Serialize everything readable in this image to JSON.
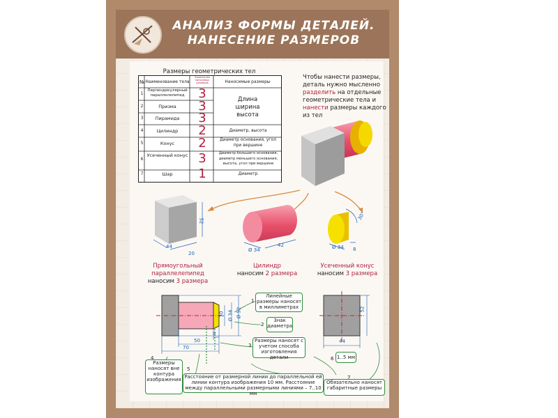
{
  "title": {
    "line1": "АНАЛИЗ ФОРМЫ ДЕТАЛЕЙ.",
    "line2": "НАНЕСЕНИЕ РАЗМЕРОВ"
  },
  "table": {
    "caption": "Размеры геометрических тел",
    "headers": {
      "num": "№",
      "name": "Наименование тела",
      "count": "Количество наносимых размеров",
      "dims": "Наносимые размеры"
    },
    "rows": [
      {
        "num": "1",
        "name": "Перпендикулярный параллелепипед",
        "count": "3"
      },
      {
        "num": "2",
        "name": "Призма",
        "count": "3"
      },
      {
        "num": "3",
        "name": "Пирамида",
        "count": "3"
      },
      {
        "num": "4",
        "name": "Цилиндр",
        "count": "2",
        "dims": "Диаметр, высота"
      },
      {
        "num": "5",
        "name": "Конус",
        "count": "2",
        "dims": "Диаметр основания, угол при вершине"
      },
      {
        "num": "6",
        "name": "Усеченный конус",
        "count": "3",
        "dims": "Диаметр большего основания, диаметр меньшего основания, высота, угол при вершине"
      },
      {
        "num": "7",
        "name": "Шар",
        "count": "1",
        "dims": "Диаметр"
      }
    ],
    "merged_dims": "Длина ширина высота"
  },
  "intro": {
    "p1": "Чтобы нанести размеры,",
    "p2": "деталь нужно мысленно",
    "w1": "разделить",
    "p3": " на отдельные",
    "p4": "геометрические тела и",
    "w2": "нанести",
    "p5": " размеры каждого",
    "p6": "из тел"
  },
  "shapes": {
    "box": {
      "dims": [
        "52",
        "44",
        "20"
      ],
      "cap1": "Прямоугольный",
      "cap2": "параллелепипед",
      "cap3a": "наносим ",
      "cap3b": "3 размера"
    },
    "cyl": {
      "dims": [
        "Ø 34",
        "42"
      ],
      "cap1": "Цилиндр",
      "cap2a": "наносим ",
      "cap2b": "2 размера"
    },
    "cone": {
      "dims": [
        "30°",
        "Ø 34",
        "8"
      ],
      "cap1": "Усеченный конус",
      "cap2a": "наносим ",
      "cap2b": "3 размера"
    }
  },
  "drawing": {
    "dims": [
      "30",
      "Ø 34",
      "70",
      "50",
      "8",
      "Ø 52",
      "44",
      "52"
    ],
    "notes": {
      "n1": {
        "num": "1",
        "text": "Линейные размеры наносят в миллиметрах"
      },
      "n2": {
        "num": "2",
        "text": "Знак диаметра"
      },
      "n3": {
        "num": "3",
        "text": "Размеры наносят с учетом способа изготовления детали"
      },
      "n4": {
        "num": "4",
        "text": "Размеры наносят вне контура изображения"
      },
      "n5": {
        "num": "5",
        "text": "Расстояние от размерной линии до параллельной ей линии контура изображения 10 мм. Расстояние между параллельными размерными линиями – 7..10 мм"
      },
      "n6": {
        "num": "6",
        "text": "1..5 мм"
      },
      "n7": {
        "num": "7",
        "text": "Обязательно наносят габаритные размеры"
      }
    }
  },
  "colors": {
    "frame": "#b08a6a",
    "header": "#9b7459",
    "accent_red": "#b0203c",
    "note_green": "#2e8b3a",
    "dim_blue": "#1a5fb4",
    "cylinder": "#e8506a",
    "cone": "#f0d000",
    "box": "#b8b8b8"
  }
}
